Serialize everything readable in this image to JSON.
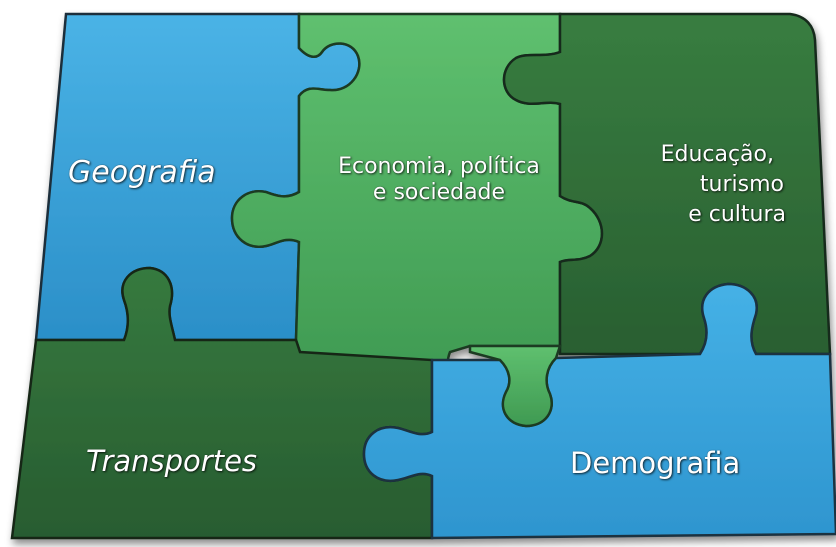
{
  "pieces": [
    {
      "id": "geografia",
      "lines": [
        "Geografia"
      ],
      "color": "#36a3db"
    },
    {
      "id": "economia",
      "lines": [
        "Economia, política",
        "e sociedade"
      ],
      "color": "#4caf5f"
    },
    {
      "id": "educacao",
      "lines": [
        "Educação,",
        "turismo",
        "e cultura"
      ],
      "color": "#2e6b37"
    },
    {
      "id": "transportes",
      "lines": [
        "Transportes"
      ],
      "color": "#2f6f38"
    },
    {
      "id": "demografia",
      "lines": [
        "Demografia"
      ],
      "color": "#3aa5dc"
    }
  ],
  "colors": {
    "outline": "#1a2a1e",
    "text": "#ffffff"
  }
}
